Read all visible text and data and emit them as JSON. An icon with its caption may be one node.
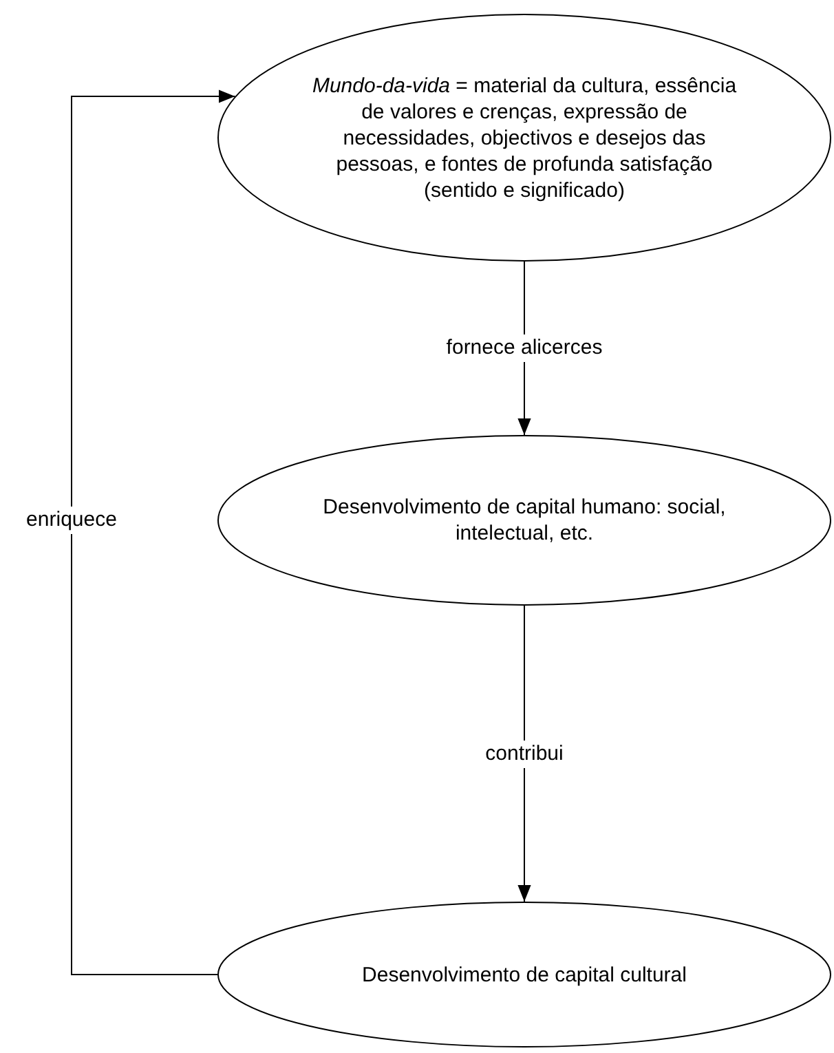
{
  "diagram": {
    "nodes": [
      {
        "text": [
          "*Mundo-da-vida* = material da cultura, essência de valores e crenças, expressão de necessidades, objectivos e desejos das pessoas, e fontes de profunda satisfação (sentido e significado)"
        ]
      },
      {
        "text": [
          "Desenvolvimento de capital humano: social, intelectual, etc."
        ]
      },
      {
        "text": [
          "Desenvolvimento de capital cultural"
        ]
      }
    ],
    "edges": [
      {
        "from": 0,
        "to": 1,
        "arrow": "to",
        "label": "fornece alicerces"
      },
      {
        "from": 1,
        "to": 2,
        "arrow": "to",
        "label": "contribui"
      },
      {
        "from": 2,
        "to": 0,
        "arrow": "to",
        "label": "enriquece"
      }
    ]
  }
}
